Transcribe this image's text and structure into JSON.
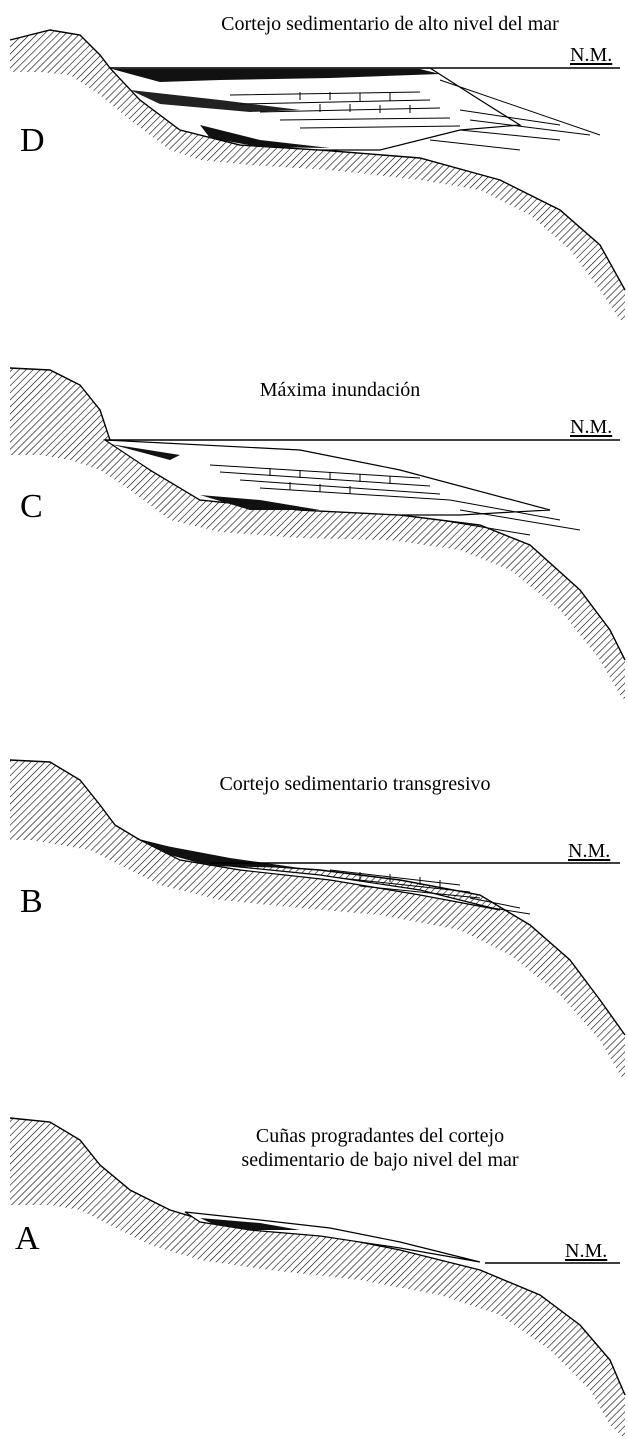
{
  "figure": {
    "panels": [
      {
        "letter": "D",
        "title": "Cortejo sedimentario de alto nivel del mar",
        "sea_level_label": "N.M."
      },
      {
        "letter": "C",
        "title": "Máxima inundación",
        "sea_level_label": "N.M."
      },
      {
        "letter": "B",
        "title": "Cortejo sedimentario transgresivo",
        "sea_level_label": "N.M."
      },
      {
        "letter": "A",
        "title": "Cuñas progradantes del cortejo sedimentario de bajo nivel del mar",
        "title_line1": "Cuñas progradantes del cortejo",
        "title_line2": "sedimentario de bajo nivel del mar",
        "sea_level_label": "N.M."
      }
    ]
  },
  "colors": {
    "line": "#000000",
    "hatch": "#000000",
    "background": "#ffffff"
  }
}
